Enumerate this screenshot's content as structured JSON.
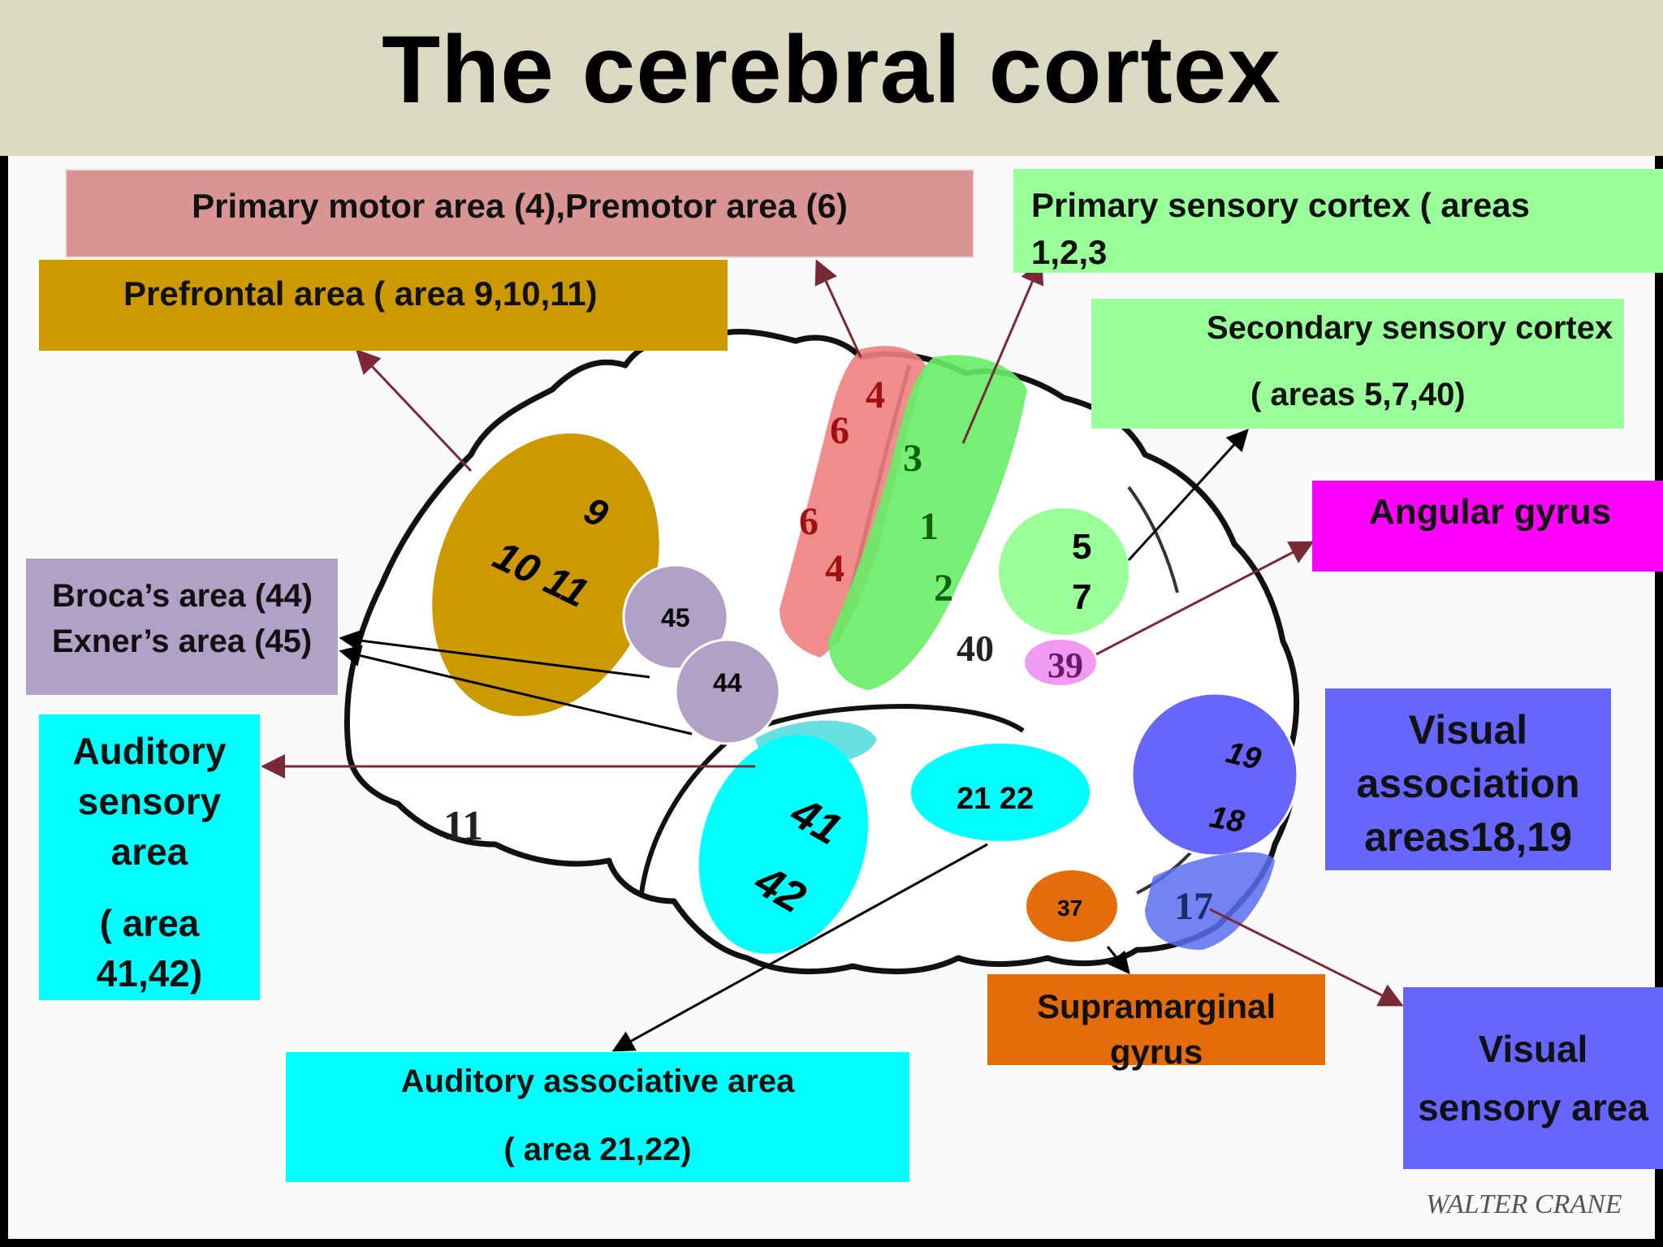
{
  "title": "The cerebral cortex",
  "labels": {
    "motor": "Primary motor area (4),Premotor area (6)",
    "prefrontal": "Prefrontal area  ( area 9,10,11)",
    "primary_sensory_1": "Primary sensory cortex ( areas",
    "primary_sensory_2": "1,2,3",
    "secondary_sensory_1": "Secondary sensory cortex",
    "secondary_sensory_2": "( areas 5,7,40)",
    "angular": "Angular gyrus",
    "broca_1": "Broca’s area (44)",
    "broca_2": "Exner’s area (45)",
    "auditory_sensory_1": "Auditory",
    "auditory_sensory_2": "sensory",
    "auditory_sensory_3": "area",
    "auditory_sensory_4": "( area",
    "auditory_sensory_5": "41,42)",
    "visual_assoc_1": "Visual",
    "visual_assoc_2": "association",
    "visual_assoc_3": "areas18,19",
    "supramarginal_1": "Supramarginal",
    "supramarginal_2": "gyrus",
    "auditory_assoc_1": "Auditory associative  area",
    "auditory_assoc_2": "( area 21,22)",
    "visual_sensory_1": "Visual",
    "visual_sensory_2": "sensory area"
  },
  "diagram_numbers": {
    "a9": "9",
    "a10_11": "10  11",
    "a45": "45",
    "a44": "44",
    "a6_top": "6",
    "a4_top": "4",
    "a6_bottom": "6",
    "a4_bottom": "4",
    "a3": "3",
    "a1": "1",
    "a2": "2",
    "a5": "5",
    "a7": "7",
    "a40": "40",
    "a39": "39",
    "a11": "11",
    "a41": "41",
    "a42": "42",
    "a21_22": "21  22",
    "a19": "19",
    "a18": "18",
    "a37": "37",
    "a17": "17"
  },
  "signature": "WALTER CRANE",
  "colors": {
    "title_bg": "#dcd9c3",
    "motor": "#d99594",
    "prefrontal": "#cc9900",
    "sensory_green": "#99ff99",
    "angular": "#ff00ff",
    "broca": "#b2a1c7",
    "auditory": "#00ffff",
    "visual": "#6666ff",
    "supramarginal": "#e46c0a",
    "arrow": "#7a2a35"
  }
}
